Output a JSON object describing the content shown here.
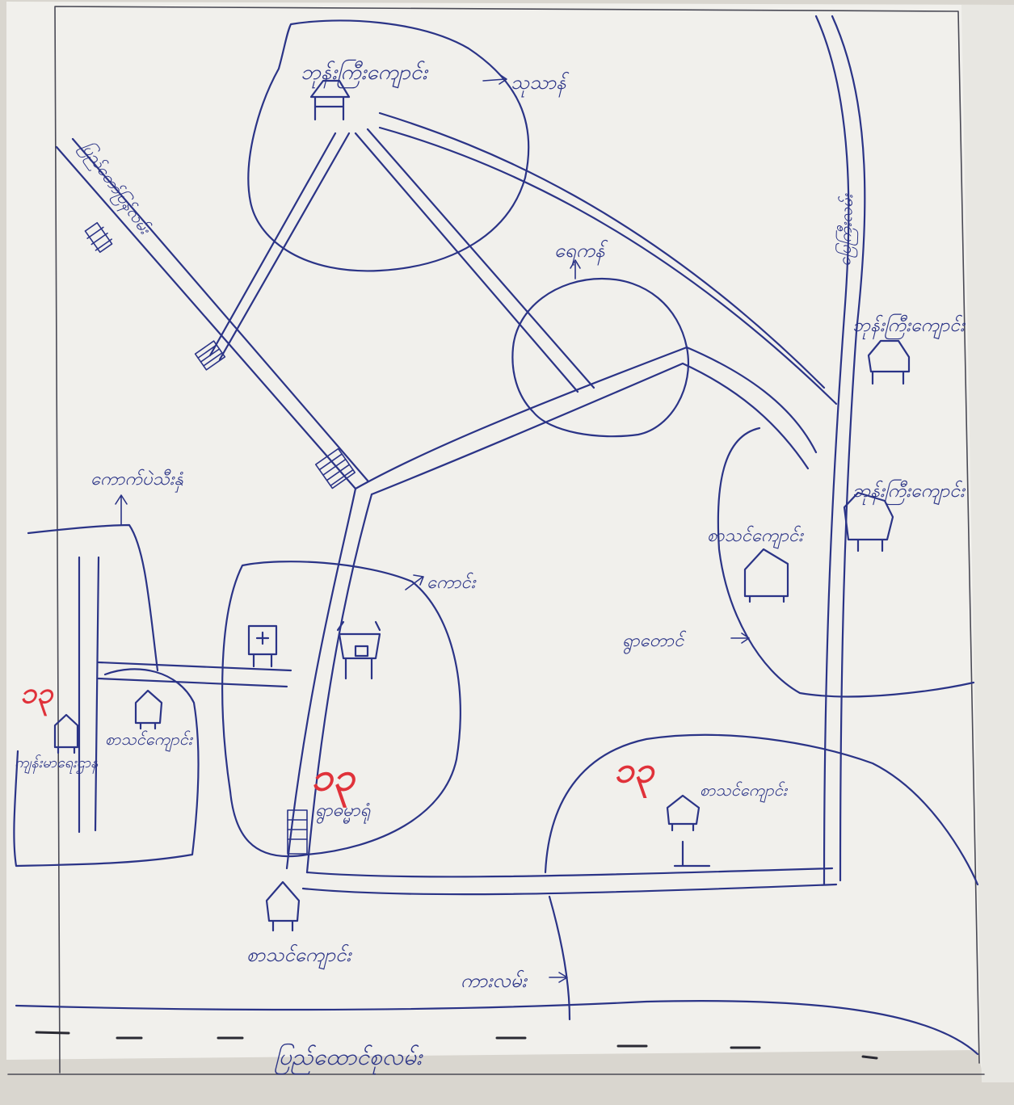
{
  "map": {
    "labels": {
      "monastery_top": "ဘုန်းကြီးကျောင်း",
      "cemetery": "သုသာန်",
      "road_left_diag": "ပြည်တော်ပြန်လမ်း",
      "road_right_vert": "မြေကြီးလမ်း",
      "pond": "ရေကန်",
      "monastery_right_top": "ဘုန်းကြီးကျောင်း",
      "monastery_right_mid": "ဘုန်းကြီးကျောင်း",
      "school_right": "စာသင်ကျောင်း",
      "field_left_arrow": "ကောက်ပဲသီးနှံ",
      "village_mid_arrow": "ကောင်း",
      "school_left": "စာသင်ကျောင်း",
      "clinic_left": "ကျန်းမာရေးဌာန",
      "zone_mid": "ရွာဓမ္မာရုံ",
      "school_right_low": "စာသင်ကျောင်း",
      "well_right": "ရွာတောင်",
      "school_bottom": "စာသင်ကျောင်း",
      "road_bottom_arrow": "ကားလမ်း",
      "main_road": "ပြည်ထောင်စုလမ်း"
    },
    "red_marks": {
      "left": "၁၃",
      "center": "၁၃",
      "right": "၁၃"
    }
  }
}
